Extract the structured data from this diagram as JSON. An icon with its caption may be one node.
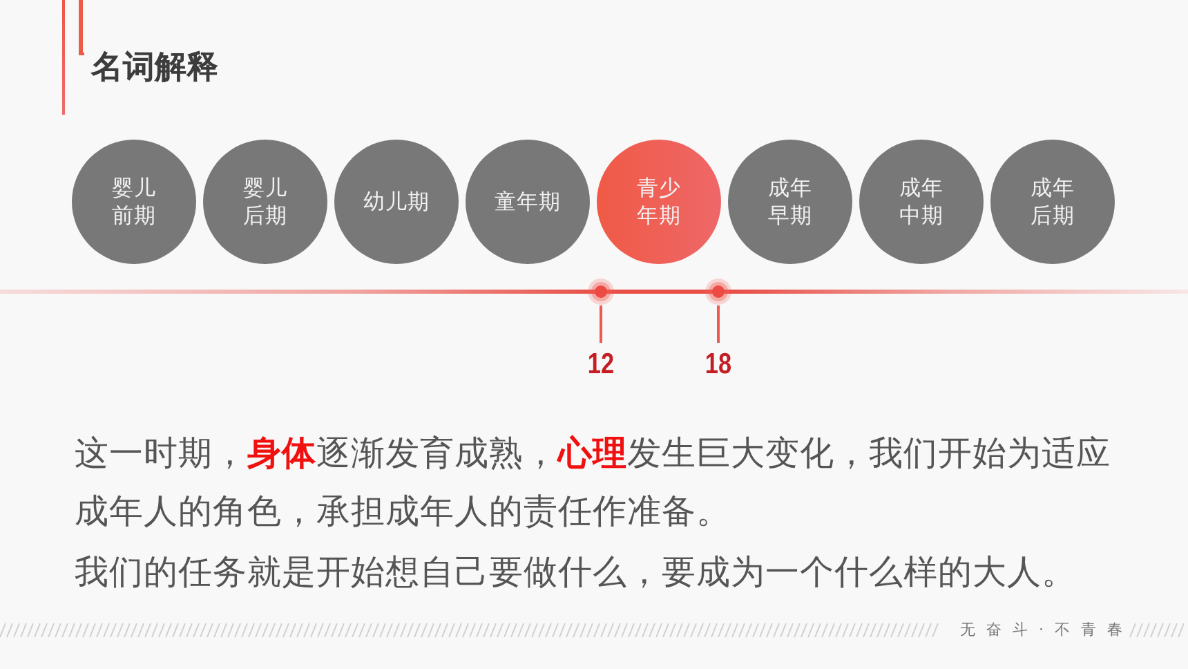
{
  "diagram": {
    "title": "名词解释",
    "nodes": [
      {
        "text": [
          "婴儿前期"
        ]
      },
      {
        "text": [
          "婴儿后期"
        ]
      },
      {
        "text": [
          "幼儿期"
        ]
      },
      {
        "text": [
          "童年期"
        ]
      },
      {
        "text": [
          "青少年期"
        ]
      },
      {
        "text": [
          "成年早期"
        ]
      },
      {
        "text": [
          "成年中期"
        ]
      },
      {
        "text": [
          "成年后期"
        ]
      }
    ],
    "labels": [
      "12",
      "18",
      "这一时期，**身体**逐渐发育成熟，**心理**发生巨大变化，我们开始为适应成年人的角色，承担成年人的责任作准备。",
      "我们的任务就是开始想自己要做什么，要成为一个什么样的大人。",
      "无奋斗·不青春"
    ]
  }
}
